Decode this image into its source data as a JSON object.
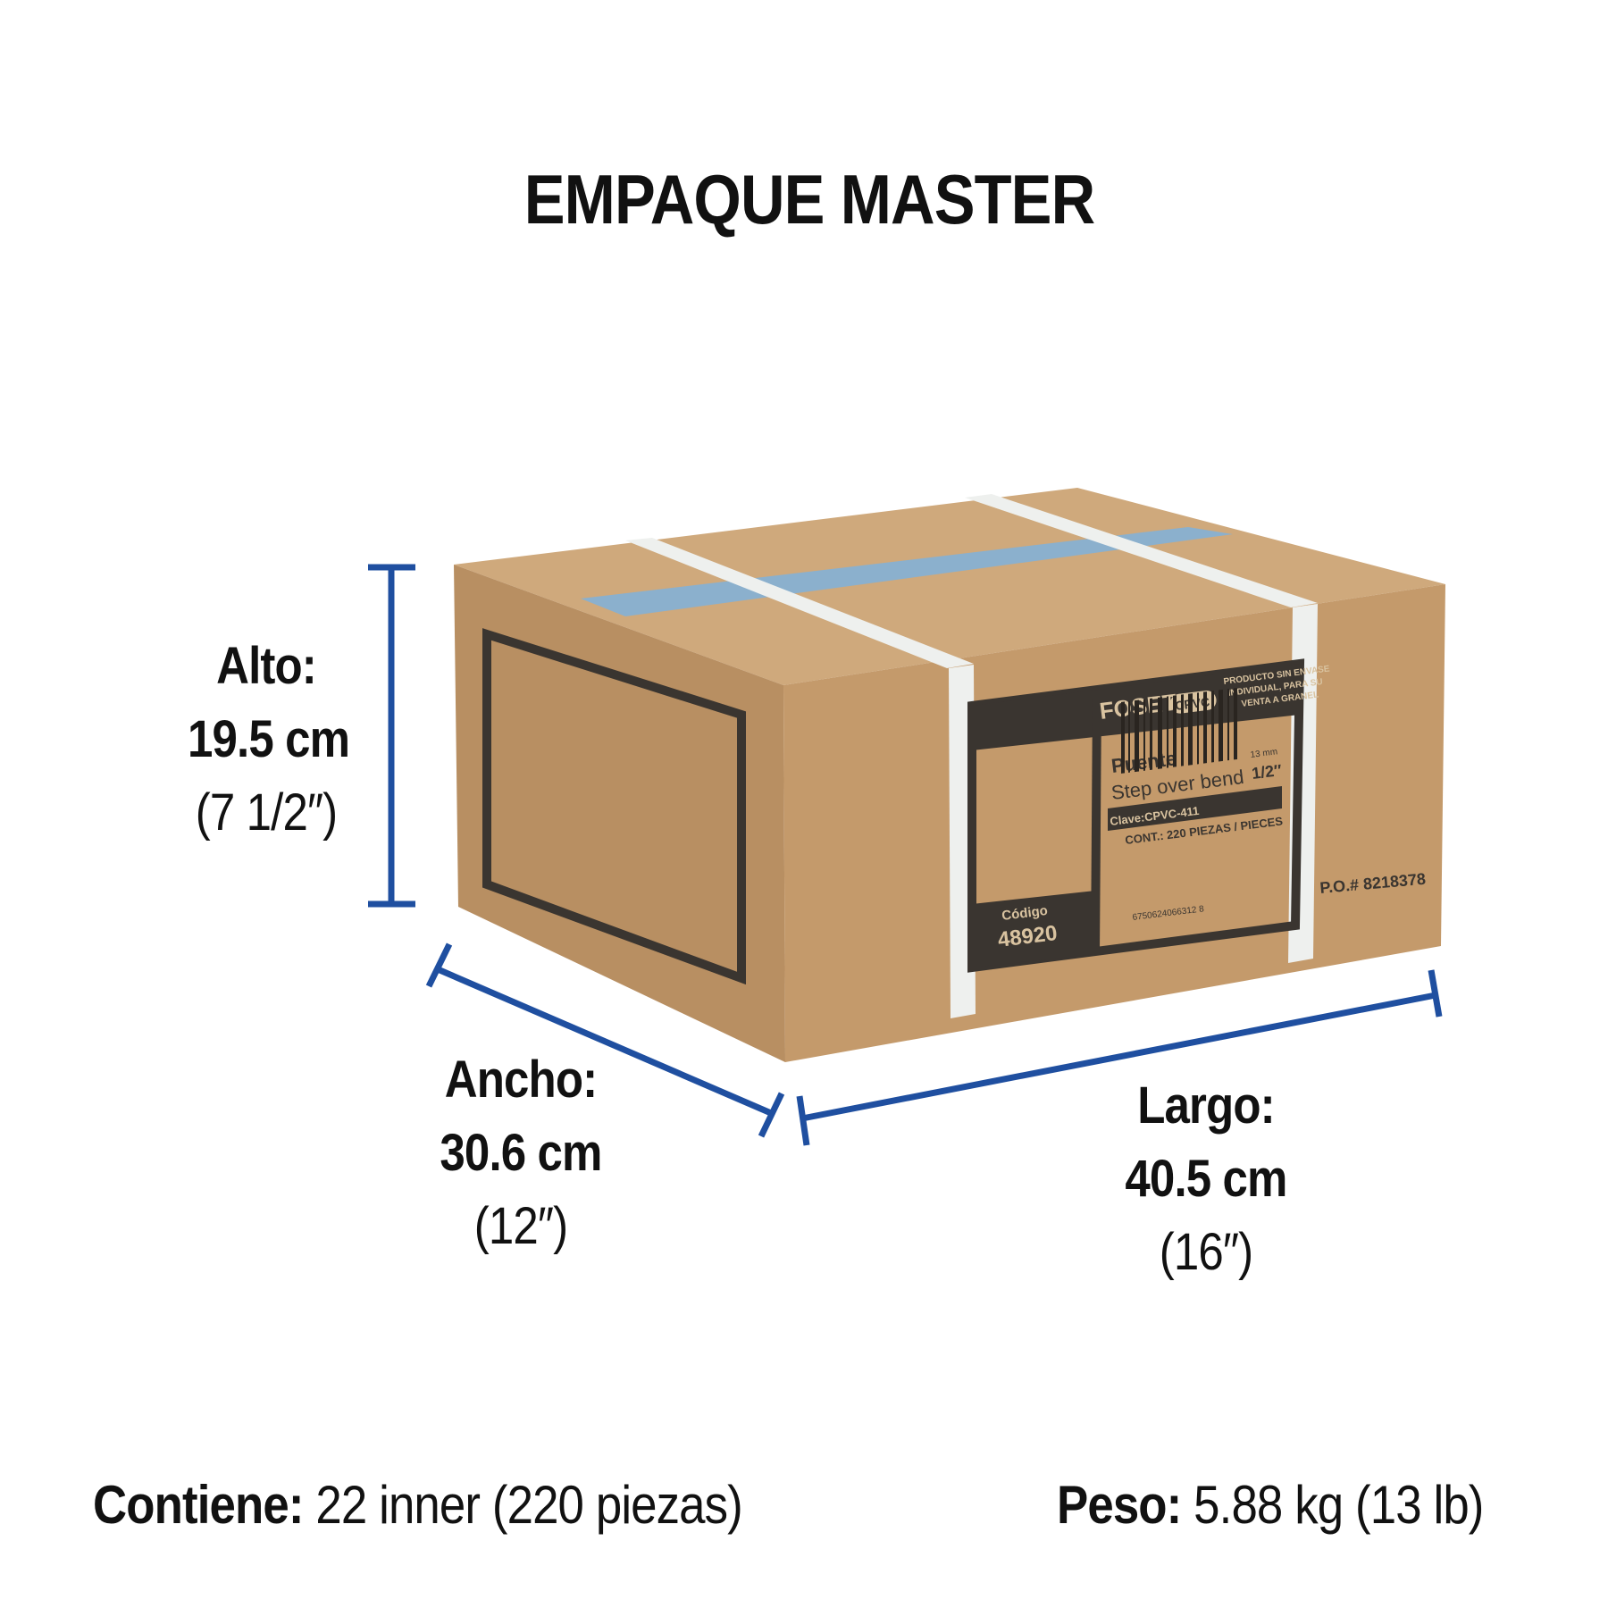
{
  "title": "EMPAQUE MASTER",
  "dimensions": {
    "alto": {
      "label": "Alto:",
      "metric": "19.5 cm",
      "imperial": "(7 1/2″)"
    },
    "ancho": {
      "label": "Ancho:",
      "metric": "30.6 cm",
      "imperial": "(12″)"
    },
    "largo": {
      "label": "Largo:",
      "metric": "40.5 cm",
      "imperial": "(16″)"
    }
  },
  "contents": {
    "label": "Contiene:",
    "value": "22 inner (220 piezas)"
  },
  "weight": {
    "label": "Peso:",
    "value": "5.88 kg (13 lb)"
  },
  "box_label": {
    "brand": "FOSET",
    "badge": "CPVC",
    "notice": [
      "PRODUCTO SIN ENVASE",
      "INDIVIDUAL, PARA SU",
      "VENTA A GRANEL"
    ],
    "product_es": "Puente",
    "product_en": "Step over bend",
    "size_mm": "13 mm",
    "size_in": "1/2″",
    "clave": "Clave:CPVC-411",
    "cont": "CONT.: 220 PIEZAS / PIECES",
    "barcode": "6750624066312 8",
    "codigo_label": "Código",
    "codigo": "48920",
    "po": "P.O.#",
    "po_number": "8218378"
  },
  "colors": {
    "dimension_line": "#1f4fa0",
    "cardboard": "#c8a173",
    "print": "#3a3530"
  }
}
